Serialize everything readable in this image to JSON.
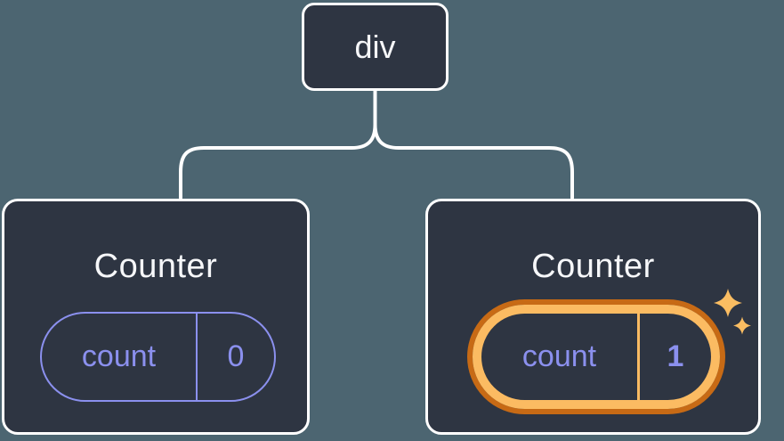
{
  "tree": {
    "root": {
      "label": "div"
    },
    "children": [
      {
        "title": "Counter",
        "pill": {
          "label": "count",
          "value": "0"
        },
        "highlighted": false
      },
      {
        "title": "Counter",
        "pill": {
          "label": "count",
          "value": "1"
        },
        "highlighted": true
      }
    ]
  },
  "colors": {
    "canvas_background": "#4C6571",
    "card_background": "#2E3542",
    "card_border": "#FFFFFF",
    "connector": "#FFFFFF",
    "state_purple": "#8B90EE",
    "highlight_orange_dark": "#C76A15",
    "highlight_orange_light": "#FBBB62",
    "sparkle_orange": "#FABD62",
    "text_light": "#F6F7F9"
  }
}
